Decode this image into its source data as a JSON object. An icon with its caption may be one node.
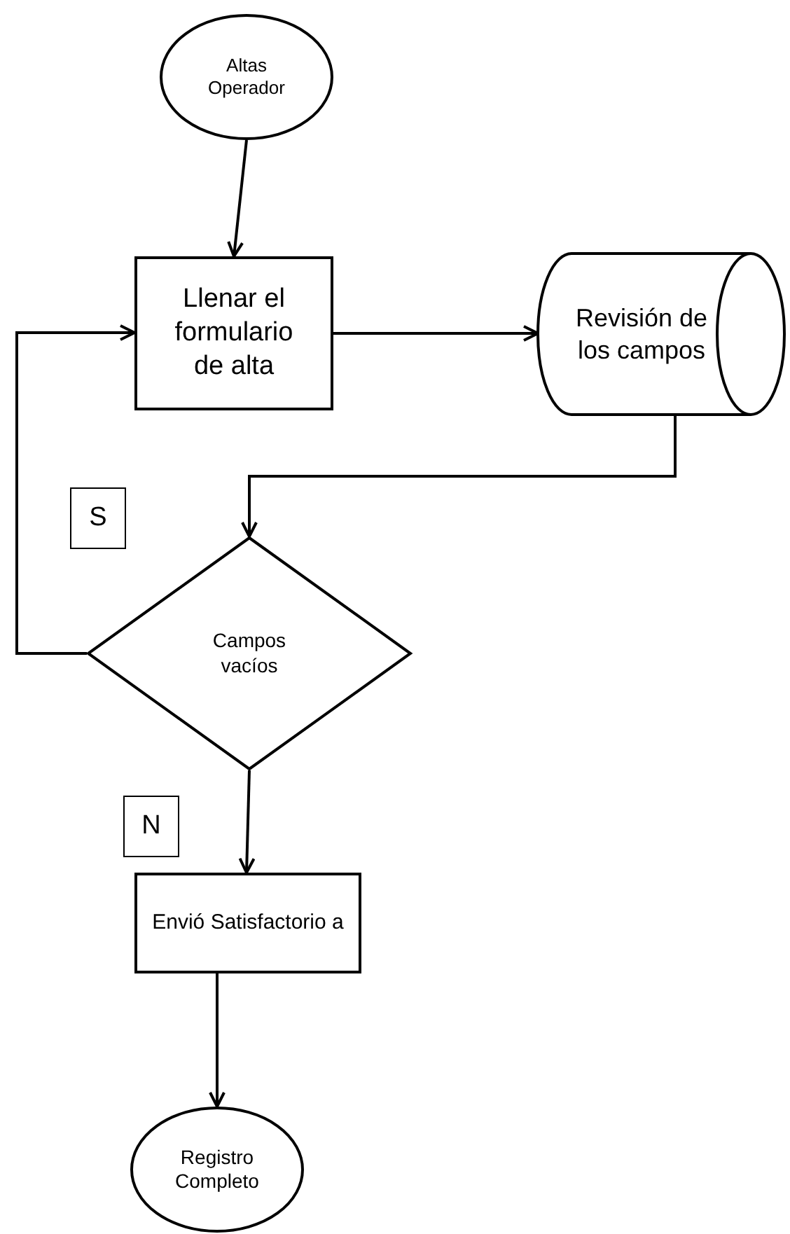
{
  "diagram": {
    "nodes": [
      {
        "text": [
          "Altas Operador"
        ]
      },
      {
        "text": [
          "Llenar el formulario de alta"
        ]
      },
      {
        "text": [
          "Revisión de los campos"
        ]
      },
      {
        "text": [
          "Campos vacíos"
        ]
      },
      {
        "text": [
          "Envió Satisfactorio a"
        ]
      },
      {
        "text": [
          "Registro Completo"
        ]
      }
    ],
    "edges": [
      {
        "from": 0,
        "to": 1,
        "arrow": "to"
      },
      {
        "from": 1,
        "to": 2,
        "arrow": "to"
      },
      {
        "from": 2,
        "to": 3,
        "arrow": "to"
      },
      {
        "from": 3,
        "to": 1,
        "arrow": "to",
        "label": "S"
      },
      {
        "from": 3,
        "to": 4,
        "arrow": "to",
        "label": "N"
      },
      {
        "from": 4,
        "to": 5,
        "arrow": "to"
      }
    ]
  }
}
